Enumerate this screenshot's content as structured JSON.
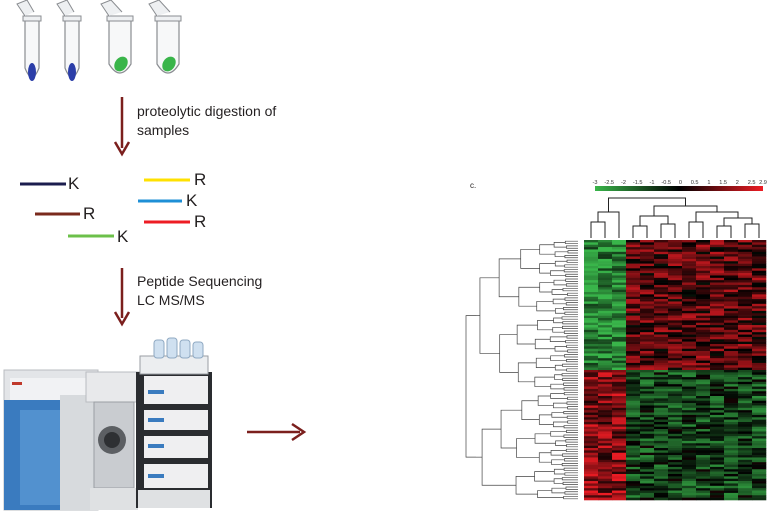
{
  "steps": {
    "digestion_label_line1": "proteolytic digestion of",
    "digestion_label_line2": "samples",
    "sequencing_label_line1": "Peptide Sequencing",
    "sequencing_label_line2": "LC MS/MS"
  },
  "peptides": [
    {
      "terminal": "K",
      "color": "#1b1d4e"
    },
    {
      "terminal": "R",
      "color": "#7a2a1c"
    },
    {
      "terminal": "K",
      "color": "#6cc04a"
    },
    {
      "terminal": "R",
      "color": "#ffe100"
    },
    {
      "terminal": "K",
      "color": "#1e8fd6"
    },
    {
      "terminal": "R",
      "color": "#ed1c24"
    }
  ],
  "panel_label": "c.",
  "heatmap": {
    "scale_ticks": [
      "-3",
      "-2.5",
      "-2",
      "-1.5",
      "-1",
      "-0.5",
      "0",
      "0.5",
      "1",
      "1.5",
      "2",
      "2.5",
      "2.9"
    ],
    "scale_min": -3,
    "scale_max": 2.9,
    "low_color": "#39b54a",
    "mid_color": "#000000",
    "high_color": "#ed1c24",
    "n_columns": 13,
    "n_rows": 110
  },
  "colors": {
    "arrow": "#7b1f1d",
    "tube_blue": "#2b3ea8",
    "tube_green": "#39b54a",
    "instrument_blue": "#3a7bbf"
  }
}
